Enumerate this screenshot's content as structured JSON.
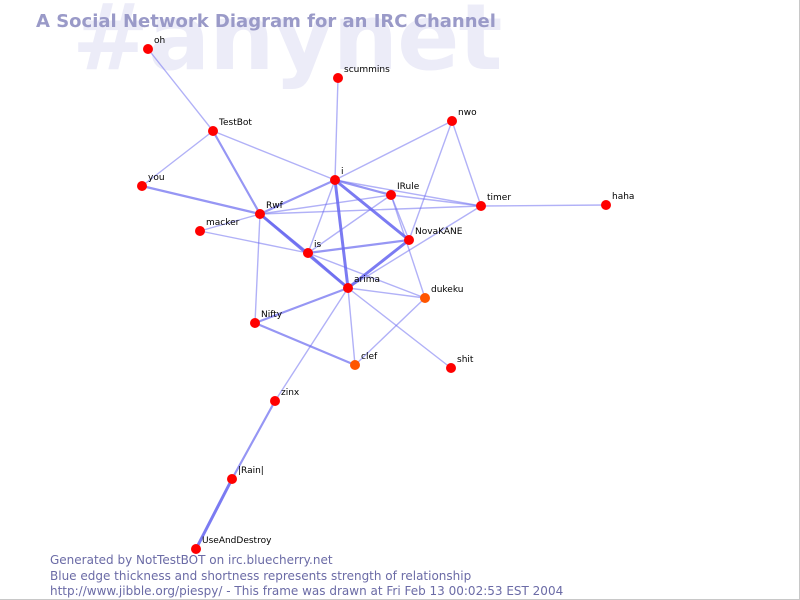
{
  "watermark": "#anynet",
  "title": "A Social Network Diagram for an IRC Channel",
  "footer": {
    "line1": "Generated by NotTestBOT on irc.bluecherry.net",
    "line2": "Blue edge thickness and shortness represents strength of relationship",
    "line3": "http://www.jibble.org/piespy/ - This frame was drawn at Fri Feb 13 00:02:53 EST 2004"
  },
  "colors": {
    "node_default": "#ff0000",
    "node_alt": "#ff5500",
    "edge": "#6b6bf0",
    "label": "#000000"
  },
  "nodes": [
    {
      "id": "oh",
      "label": "oh"
    },
    {
      "id": "scummins",
      "label": "scummins"
    },
    {
      "id": "TestBot",
      "label": "TestBot"
    },
    {
      "id": "nwo",
      "label": "nwo"
    },
    {
      "id": "you",
      "label": "you"
    },
    {
      "id": "i",
      "label": "i"
    },
    {
      "id": "IRule",
      "label": "IRule"
    },
    {
      "id": "timer",
      "label": "timer"
    },
    {
      "id": "haha",
      "label": "haha"
    },
    {
      "id": "Rwf",
      "label": "Rwf"
    },
    {
      "id": "macker",
      "label": "macker"
    },
    {
      "id": "NovaKANE",
      "label": "NovaKANE"
    },
    {
      "id": "is",
      "label": "is"
    },
    {
      "id": "arima",
      "label": "arima"
    },
    {
      "id": "dukeku",
      "label": "dukeku",
      "alt": true
    },
    {
      "id": "Nifty",
      "label": "Nifty"
    },
    {
      "id": "clef",
      "label": "clef",
      "alt": true
    },
    {
      "id": "shit",
      "label": "shit"
    },
    {
      "id": "zinx",
      "label": "zinx"
    },
    {
      "id": "Rain",
      "label": "|Rain|"
    },
    {
      "id": "UseAndDestroy",
      "label": "UseAndDestroy"
    }
  ],
  "edges": [
    {
      "from": "oh",
      "to": "TestBot",
      "strength": 1
    },
    {
      "from": "scummins",
      "to": "i",
      "strength": 1
    },
    {
      "from": "TestBot",
      "to": "i",
      "strength": 1
    },
    {
      "from": "TestBot",
      "to": "Rwf",
      "strength": 2
    },
    {
      "from": "TestBot",
      "to": "you",
      "strength": 1
    },
    {
      "from": "you",
      "to": "Rwf",
      "strength": 2
    },
    {
      "from": "nwo",
      "to": "i",
      "strength": 1
    },
    {
      "from": "nwo",
      "to": "timer",
      "strength": 1
    },
    {
      "from": "nwo",
      "to": "NovaKANE",
      "strength": 1
    },
    {
      "from": "i",
      "to": "IRule",
      "strength": 2
    },
    {
      "from": "i",
      "to": "Rwf",
      "strength": 2
    },
    {
      "from": "i",
      "to": "is",
      "strength": 1
    },
    {
      "from": "i",
      "to": "arima",
      "strength": 3
    },
    {
      "from": "i",
      "to": "NovaKANE",
      "strength": 3
    },
    {
      "from": "i",
      "to": "timer",
      "strength": 1
    },
    {
      "from": "IRule",
      "to": "timer",
      "strength": 1
    },
    {
      "from": "IRule",
      "to": "Rwf",
      "strength": 1
    },
    {
      "from": "IRule",
      "to": "is",
      "strength": 1
    },
    {
      "from": "IRule",
      "to": "dukeku",
      "strength": 1
    },
    {
      "from": "IRule",
      "to": "NovaKANE",
      "strength": 1
    },
    {
      "from": "timer",
      "to": "haha",
      "strength": 1
    },
    {
      "from": "timer",
      "to": "Rwf",
      "strength": 1
    },
    {
      "from": "timer",
      "to": "arima",
      "strength": 1
    },
    {
      "from": "Rwf",
      "to": "macker",
      "strength": 1
    },
    {
      "from": "Rwf",
      "to": "is",
      "strength": 2
    },
    {
      "from": "Rwf",
      "to": "arima",
      "strength": 3
    },
    {
      "from": "Rwf",
      "to": "Nifty",
      "strength": 1
    },
    {
      "from": "macker",
      "to": "is",
      "strength": 1
    },
    {
      "from": "is",
      "to": "NovaKANE",
      "strength": 2
    },
    {
      "from": "is",
      "to": "arima",
      "strength": 2
    },
    {
      "from": "is",
      "to": "dukeku",
      "strength": 1
    },
    {
      "from": "NovaKANE",
      "to": "arima",
      "strength": 3
    },
    {
      "from": "arima",
      "to": "dukeku",
      "strength": 1
    },
    {
      "from": "arima",
      "to": "Nifty",
      "strength": 2
    },
    {
      "from": "arima",
      "to": "clef",
      "strength": 1
    },
    {
      "from": "arima",
      "to": "shit",
      "strength": 1
    },
    {
      "from": "arima",
      "to": "zinx",
      "strength": 1
    },
    {
      "from": "Nifty",
      "to": "clef",
      "strength": 2
    },
    {
      "from": "clef",
      "to": "dukeku",
      "strength": 1
    },
    {
      "from": "zinx",
      "to": "Rain",
      "strength": 2
    },
    {
      "from": "Rain",
      "to": "UseAndDestroy",
      "strength": 3
    }
  ]
}
